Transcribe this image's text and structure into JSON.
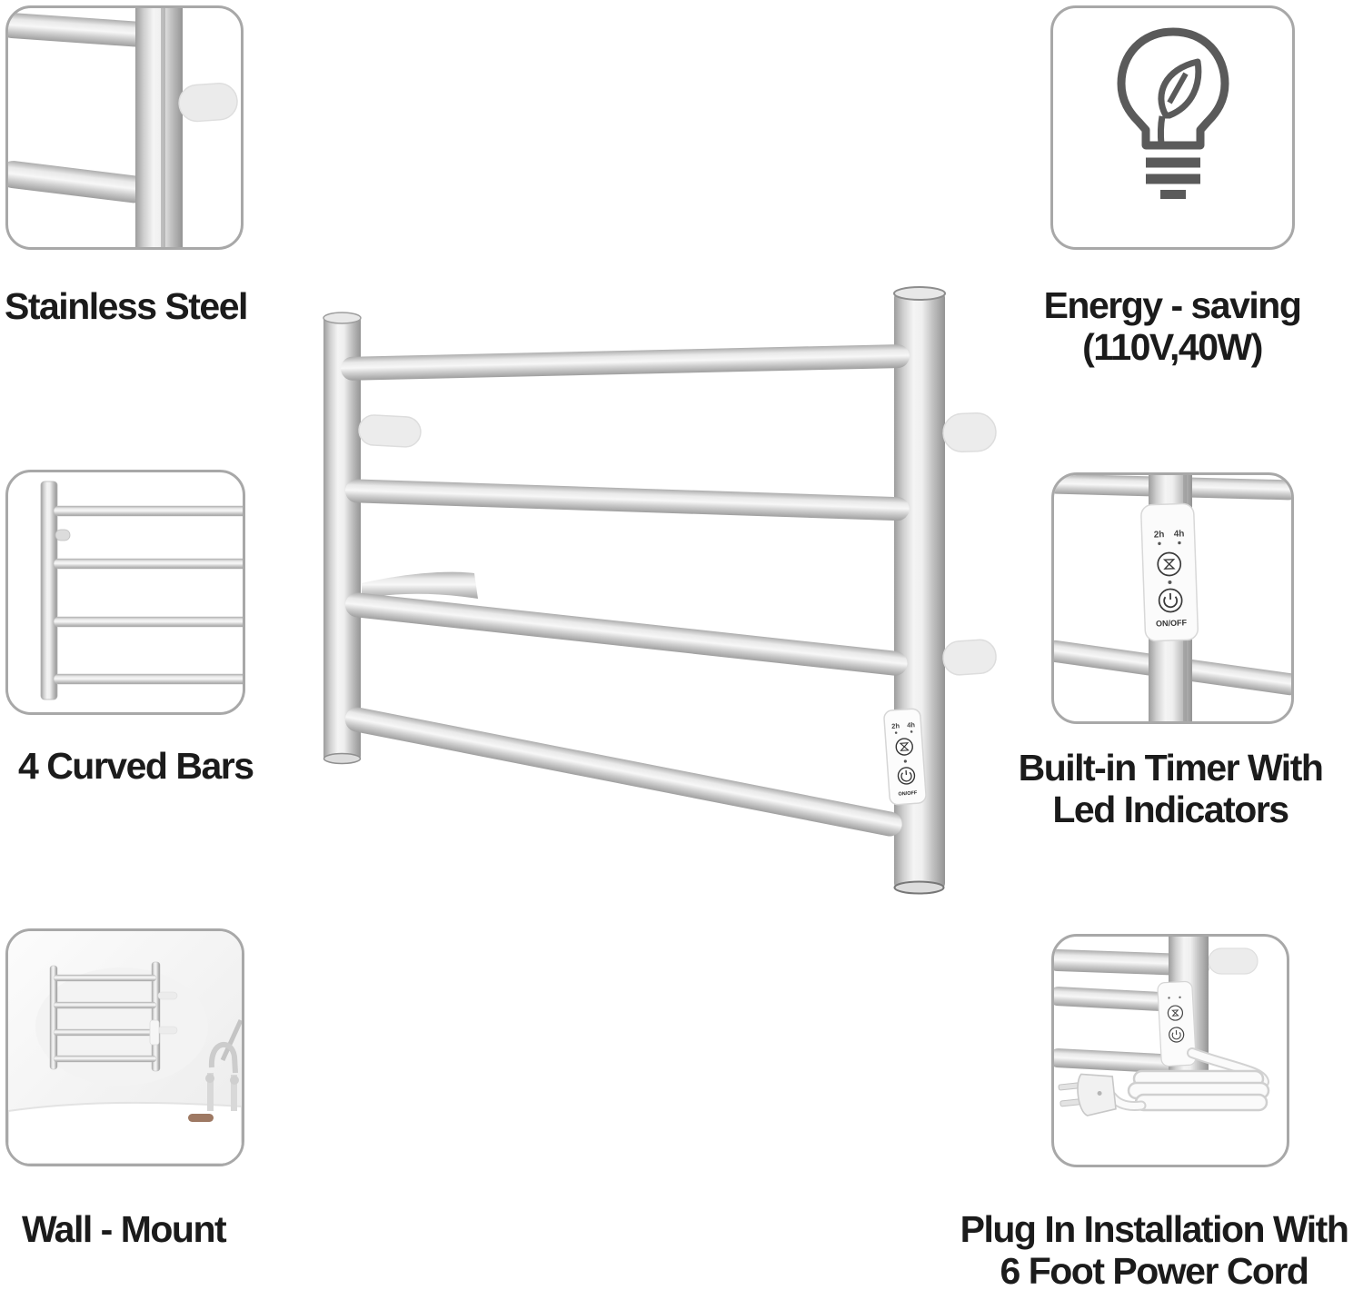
{
  "page": {
    "background": "#ffffff",
    "text_color": "#1b1b1b",
    "thumb_border_color": "#a8a8a8",
    "icon_color": "#5a5a5a",
    "metal_color": "#c9c9c9",
    "peg_color": "#ececec"
  },
  "callouts": {
    "stainless": {
      "caption": "Stainless Steel"
    },
    "bars": {
      "caption": "4 Curved Bars"
    },
    "wall": {
      "caption": "Wall - Mount"
    },
    "energy": {
      "line1": "Energy - saving",
      "line2": "(110V,40W)"
    },
    "timer": {
      "line1": "Built-in Timer With",
      "line2": "Led Indicators"
    },
    "plug": {
      "line1": "Plug In Installation With",
      "line2": "6 Foot Power Cord"
    }
  },
  "control_panel": {
    "timer_2h": "2h",
    "timer_4h": "4h",
    "power_label": "ON/OFF"
  }
}
